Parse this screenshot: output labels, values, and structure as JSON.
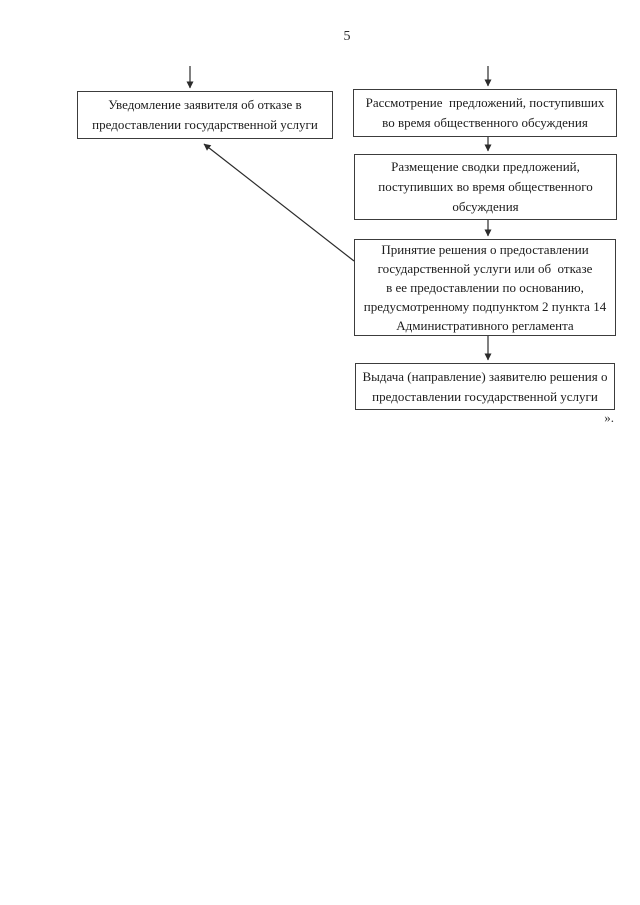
{
  "page": {
    "number": "5",
    "closing_mark": "»."
  },
  "flowchart": {
    "ink_color": "#2b2b2b",
    "boxes": [
      {
        "id": "notification-of-refusal",
        "text": "Уведомление заявителя об отказе в\nпредоставлении государственной услуги"
      },
      {
        "id": "review-of-proposals",
        "text": "Рассмотрение  предложений, поступивших\nво время общественного обсуждения"
      },
      {
        "id": "publication-of-summary",
        "text": "Размещение сводки предложений,\nпоступивших во время общественного\nобсуждения"
      },
      {
        "id": "decision-making",
        "text": "Принятие решения о предоставлении\nгосударственной услуги или об  отказе\nв ее предоставлении по основанию,\nпредусмотренному подпунктом 2 пункта 14\nАдминистративного регламента"
      },
      {
        "id": "issuance-of-decision",
        "text": "Выдача (направление) заявителю решения о\nпредоставлении государственной услуги"
      }
    ],
    "connections": [
      {
        "from": "top-of-page",
        "to": "notification-of-refusal",
        "type": "arrow-down"
      },
      {
        "from": "top-of-page",
        "to": "review-of-proposals",
        "type": "arrow-down"
      },
      {
        "from": "review-of-proposals",
        "to": "publication-of-summary",
        "type": "arrow-down"
      },
      {
        "from": "publication-of-summary",
        "to": "decision-making",
        "type": "arrow-down"
      },
      {
        "from": "decision-making",
        "to": "issuance-of-decision",
        "type": "arrow-down"
      },
      {
        "from": "decision-making",
        "to": "notification-of-refusal",
        "type": "arrow-diagonal"
      }
    ]
  }
}
